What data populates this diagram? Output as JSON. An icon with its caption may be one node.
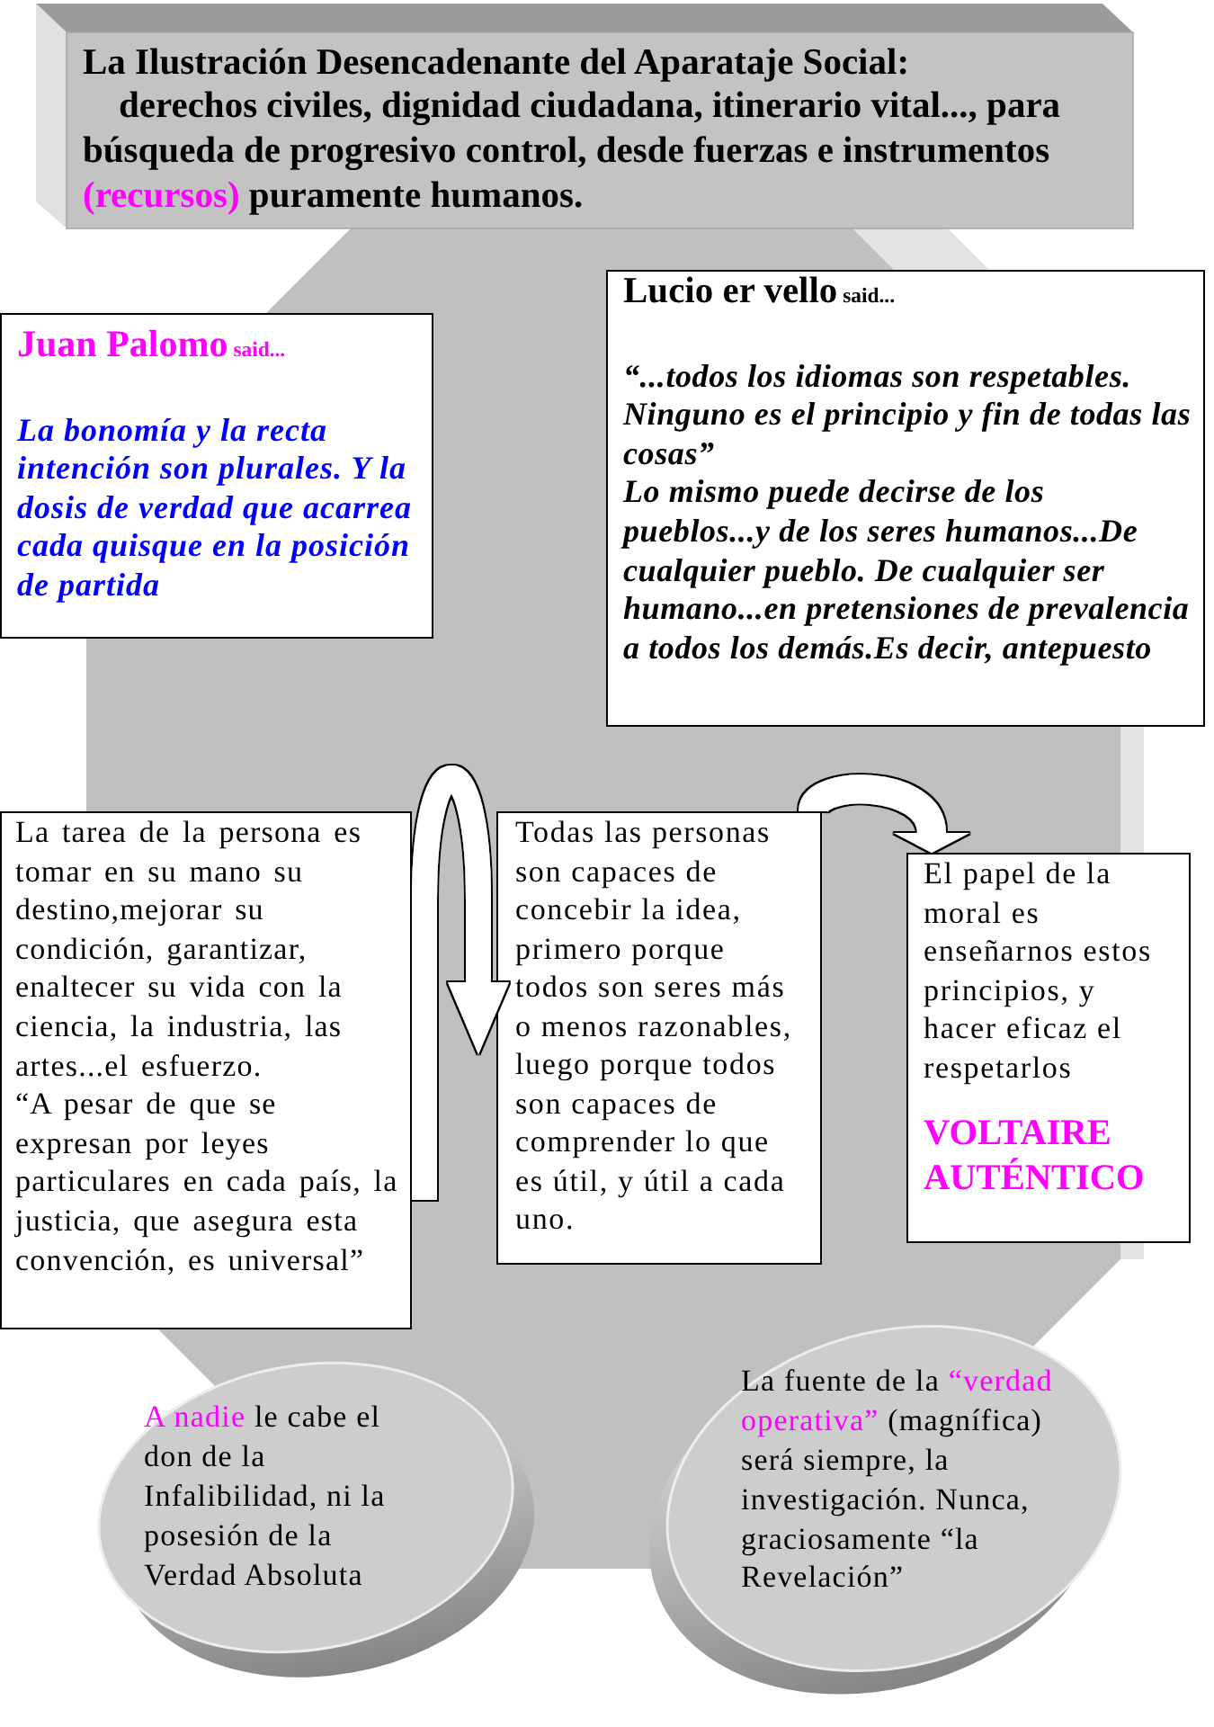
{
  "diagram": {
    "nodes": [
      {
        "text": [
          "La Ilustración Desencadenante del Aparataje Social:",
          "derechos civiles, dignidad ciudadana, itinerario vital..., para búsqueda de progresivo control, desde fuerzas e instrumentos (recursos) puramente humanos."
        ]
      },
      {
        "text": [
          "Juan Palomo",
          "said...",
          "La bonomía y la recta intención son plurales. Y la dosis de verdad que acarrea cada quisque en la posición de partida"
        ]
      },
      {
        "text": [
          "Lucio er vello",
          "said...",
          "“...todos los idiomas son respetables. Ninguno es el principio y fin de todas las cosas”",
          "Lo mismo puede decirse de los pueblos...y de los seres humanos...De cualquier pueblo. De cualquier ser humano...en pretensiones de prevalencia a todos los demás.Es decir, antepuesto"
        ]
      },
      {
        "text": [
          "La tarea de la persona es tomar en su mano su destino,mejorar su condición, garantizar, enaltecer su vida con la ciencia, la industria, las artes...el esfuerzo.",
          "“A pesar de que se expresan por leyes particulares en cada país, la justicia, que asegura esta convención, es universal”"
        ]
      },
      {
        "text": [
          "Todas las personas son capaces de concebir la idea, primero porque todos son seres más o menos razonables, luego porque todos son capaces de comprender lo que es útil, y útil a cada uno."
        ]
      },
      {
        "text": [
          "El papel de la moral es enseñarnos estos principios, y hacer eficaz el respetarlos",
          "VOLTAIRE AUTÉNTICO"
        ]
      },
      {
        "text": [
          "A nadie le cabe el don de la Infalibilidad, ni la posesión de la Verdad Absoluta"
        ]
      },
      {
        "text": [
          "La fuente de la “verdad operativa” (magnífica) será siempre, la investigación. Nunca, graciosamente “la Revelación”"
        ]
      }
    ],
    "edges": [
      {
        "from": 3,
        "to": 4,
        "arrow": "to"
      },
      {
        "from": 4,
        "to": 5,
        "arrow": "to"
      }
    ]
  }
}
